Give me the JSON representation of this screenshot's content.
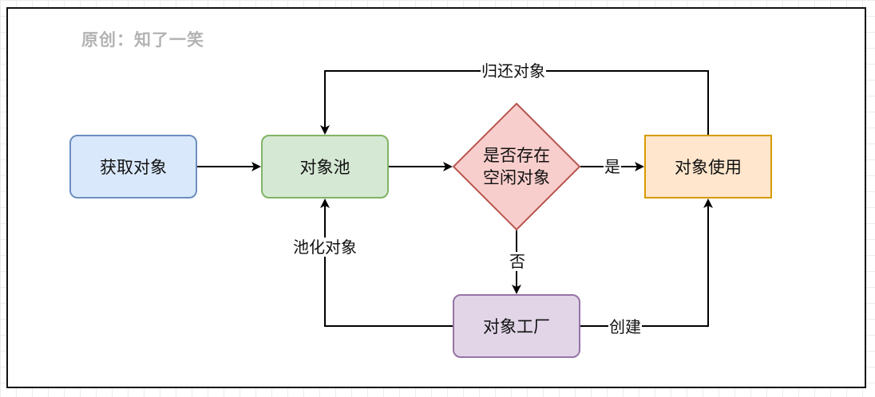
{
  "watermark": "原创：知了一笑",
  "nodes": {
    "get_object": "获取对象",
    "object_pool": "对象池",
    "decision_line1": "是否存在",
    "decision_line2": "空闲对象",
    "object_use": "对象使用",
    "object_factory": "对象工厂"
  },
  "edge_labels": {
    "return_object": "归还对象",
    "yes": "是",
    "no": "否",
    "pool_object": "池化对象",
    "create": "创建"
  },
  "colors": {
    "get_fill": "#dae8fc",
    "get_stroke": "#6c8ebf",
    "pool_fill": "#d5e8d4",
    "pool_stroke": "#82b366",
    "decision_fill": "#f8cecc",
    "decision_stroke": "#b85450",
    "use_fill": "#ffe6cc",
    "use_stroke": "#d79b00",
    "factory_fill": "#e1d5e7",
    "factory_stroke": "#9673a6"
  }
}
